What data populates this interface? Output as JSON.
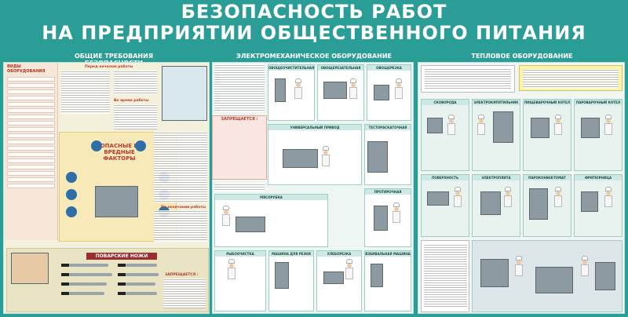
{
  "header": {
    "line1": "БЕЗОПАСНОСТЬ РАБОТ",
    "line2": "НА ПРЕДПРИЯТИИ ОБЩЕСТВЕННОГО ПИТАНИЯ"
  },
  "sections": {
    "general": "ОБЩИЕ ТРЕБОВАНИЯ БЕЗОПАСНОСТИ",
    "electro": "ЭЛЕКТРОМЕХАНИЧЕСКОЕ ОБОРУДОВАНИЕ",
    "thermal": "ТЕПЛОВОЕ ОБОРУДОВАНИЕ"
  },
  "left": {
    "equipment_types": "ВИДЫ ОБОРУДОВАНИЯ",
    "before_work": "Перед началом работы",
    "during_work": "Во время работы",
    "after_work": "По окончании работы",
    "dangers": "ОПАСНЫЕ И ВРЕДНЫЕ ФАКТОРЫ",
    "knives": "ПОВАРСКИЕ НОЖИ",
    "forbidden": "ЗАПРЕЩАЕТСЯ :"
  },
  "middle": {
    "tiles": [
      "ОВОЩЕОЧИСТИТЕЛЬНАЯ МАШИНА",
      "ОВОЩЕРЕЗАТЕЛЬНАЯ МАШИНА",
      "ОВОЩЕРЕЗКА",
      "УНИВЕРСАЛЬНЫЙ ПРИВОД",
      "ТЕСТОРАСКАТОЧНАЯ МАШИНА",
      "МЯСОРУБКА",
      "ПРОТИРОЧНАЯ МАШИНА",
      "РЫБООЧИСТКА",
      "МАШИНА ДЛЯ РЕЗКИ МЯСА",
      "ХЛЕБОРЕЗКА",
      "ВЗБИВАЛЬНАЯ МАШИНА"
    ],
    "forbidden": "ЗАПРЕЩАЕТСЯ :"
  },
  "right": {
    "tiles": [
      "СКОВОРОДА",
      "ЭЛЕКТРОКИПЯТИЛЬНИК",
      "ПИЩЕВАРОЧНЫЙ КОТЕЛ",
      "ПАРОВАРОЧНЫЙ КОТЕЛ",
      "ПОВЕРХНОСТЬ ЖАРОЧНАЯ",
      "ЭЛЕКТРОПЛИТА",
      "ПАРОКОНВЕКТОМАТ",
      "ФРИТЮРНИЦА"
    ]
  },
  "colors": {
    "background": "#2a9d96",
    "accent_red": "#c0392b"
  }
}
